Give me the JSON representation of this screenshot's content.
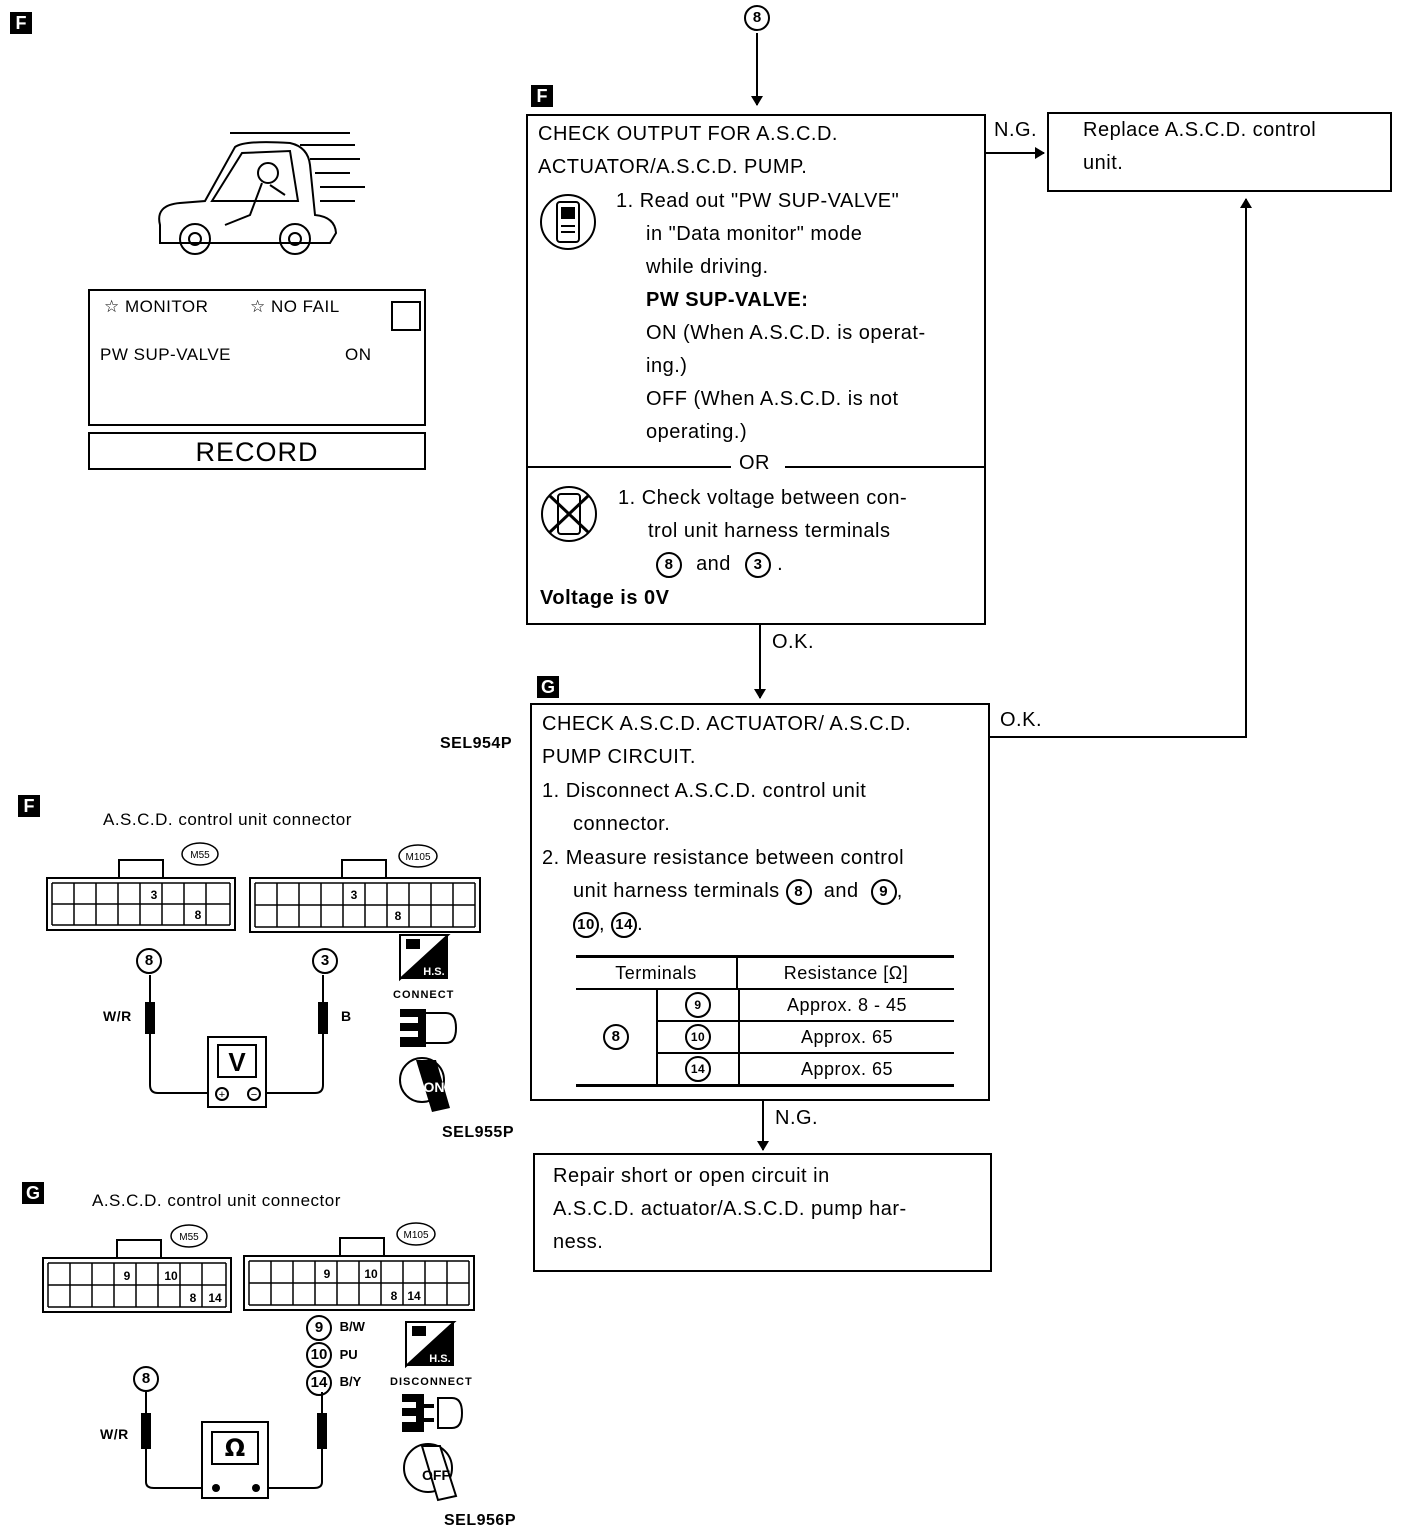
{
  "top_ref": "8",
  "step_f": {
    "tag": "F",
    "title1": "CHECK OUTPUT FOR A.S.C.D.",
    "title2": "ACTUATOR/A.S.C.D. PUMP.",
    "consult_lines": [
      "1. Read out \"PW SUP-VALVE\"",
      "in \"Data monitor\" mode",
      "while driving."
    ],
    "spec_label": "PW SUP-VALVE:",
    "spec_lines": [
      "ON (When A.S.C.D. is operat-",
      "ing.)",
      "OFF (When A.S.C.D. is not",
      "operating.)"
    ],
    "or": "OR",
    "alt_lines": [
      "1. Check voltage between con-",
      "trol unit harness terminals"
    ],
    "alt_t1": "8",
    "alt_and": "and",
    "alt_t2": "3",
    "alt_end": ".",
    "result": "Voltage is 0V"
  },
  "ng1": "N.G.",
  "replace_box": [
    "Replace A.S.C.D. control",
    "unit."
  ],
  "ok1": "O.K.",
  "step_g": {
    "tag": "G",
    "title1": "CHECK A.S.C.D. ACTUATOR/ A.S.C.D.",
    "title2": "PUMP CIRCUIT.",
    "item1_num": "1.",
    "item1_lines": [
      "Disconnect A.S.C.D. control unit",
      "connector."
    ],
    "item2_num": "2.",
    "item2_line1": "Measure resistance between control",
    "item2_line2": "unit harness terminals",
    "t8": "8",
    "and": "and",
    "t9": "9",
    "comma": ",",
    "t10": "10",
    "t14": "14",
    "period": ".",
    "table": {
      "headers": [
        "Terminals",
        "Resistance [Ω]"
      ],
      "from": "8",
      "rows": [
        {
          "to": "9",
          "value": "Approx. 8 - 45"
        },
        {
          "to": "10",
          "value": "Approx. 65"
        },
        {
          "to": "14",
          "value": "Approx. 65"
        }
      ]
    }
  },
  "ok2": "O.K.",
  "ng2": "N.G.",
  "repair_box": [
    "Repair short or open circuit in",
    "A.S.C.D. actuator/A.S.C.D. pump har-",
    "ness."
  ],
  "fig1": {
    "tag": "F",
    "screen_monitor": "☆ MONITOR",
    "screen_nofail": "☆ NO FAIL",
    "screen_item": "PW SUP-VALVE",
    "screen_value": "ON",
    "record": "RECORD",
    "code": "SEL954P"
  },
  "fig2": {
    "tag": "F",
    "title": "A.S.C.D. control unit connector",
    "conn1": "M55",
    "conn2": "M105",
    "pin3": "3",
    "pin8": "8",
    "probe_left": "8",
    "probe_right": "3",
    "wire_left": "W/R",
    "wire_right": "B",
    "meter": "V",
    "hs": "H.S.",
    "connect": "CONNECT",
    "key": "ON",
    "code": "SEL955P"
  },
  "fig3": {
    "tag": "G",
    "title": "A.S.C.D. control unit connector",
    "conn1": "M55",
    "conn2": "M105",
    "pin9": "9",
    "pin10": "10",
    "pin8": "8",
    "pin14": "14",
    "probe_left": "8",
    "wire_left": "W/R",
    "legend": [
      {
        "term": "9",
        "color": "B/W"
      },
      {
        "term": "10",
        "color": "PU"
      },
      {
        "term": "14",
        "color": "B/Y"
      }
    ],
    "meter": "Ω",
    "hs": "H.S.",
    "disconnect": "DISCONNECT",
    "key": "OFF",
    "code": "SEL956P"
  }
}
